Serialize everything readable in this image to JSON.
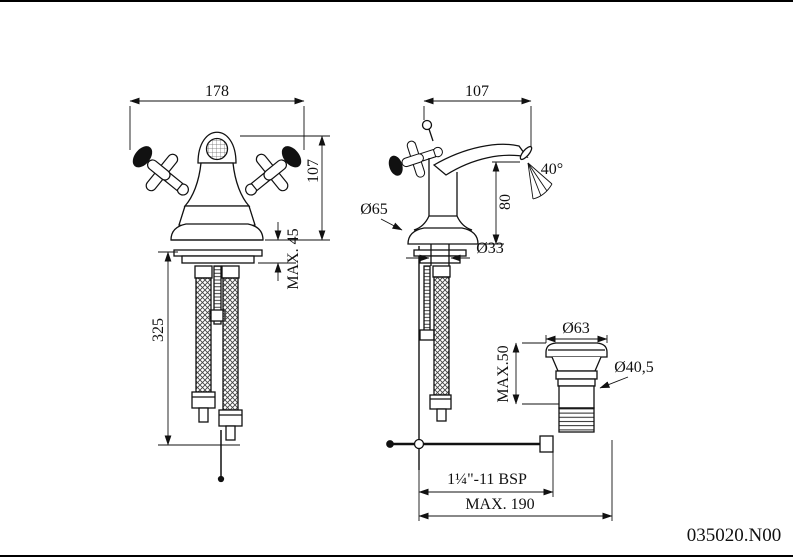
{
  "colors": {
    "line": "#111111",
    "background": "#ffffff"
  },
  "front_view": {
    "width": "178",
    "height": "107",
    "deck_max": "MAX. 45",
    "hose_length": "325"
  },
  "side_view": {
    "depth": "107",
    "spray_angle": "40°",
    "base_diameter": "Ø65",
    "spout_height": "80",
    "hole_diameter": "Ø33"
  },
  "drain": {
    "flange_diameter": "Ø63",
    "tail_diameter": "Ø40,5",
    "max_thickness": "MAX.50",
    "thread": "1¼\"-11 BSP",
    "max_reach": "MAX. 190"
  },
  "product_code": "035020.N00"
}
